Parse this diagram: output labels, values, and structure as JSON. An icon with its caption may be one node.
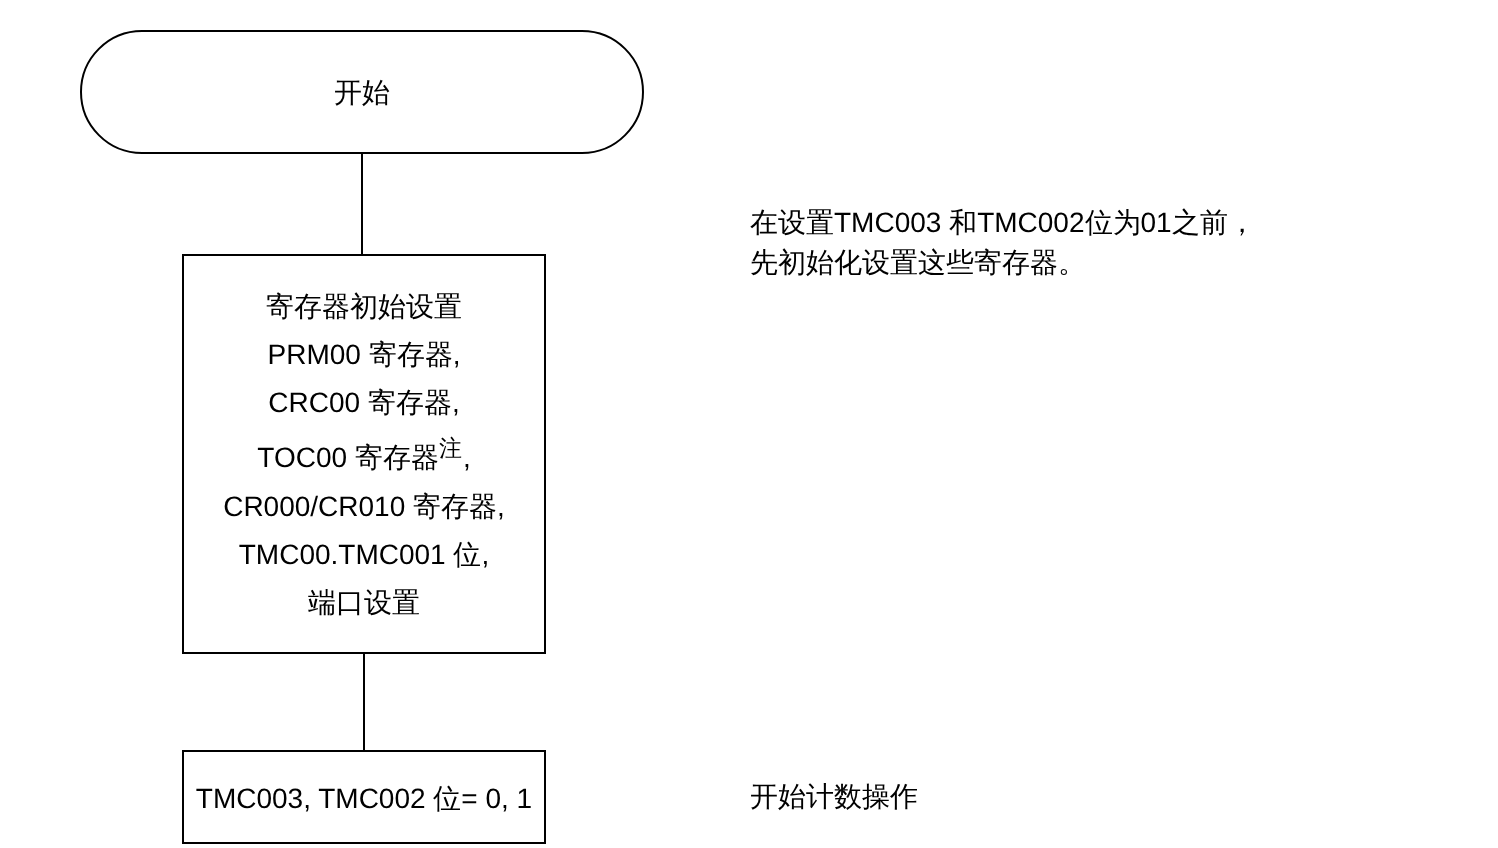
{
  "diagram": {
    "nodes": [
      {
        "text": [
          "开始"
        ]
      },
      {
        "text": [
          "寄存器初始设置",
          "PRM00 寄存器,",
          "CRC00 寄存器,",
          "TOC00 寄存器$^{注}$,",
          "CR000/CR010 寄存器,",
          "TMC00.TMC001 位,",
          "端口设置"
        ]
      },
      {
        "text": [
          "TMC003, TMC002 位= 0, 1"
        ]
      }
    ],
    "labels": [
      "在设置TMC003 和TMC002位为01之前，先初始化设置这些寄存器。",
      "开始计数操作"
    ],
    "edges": [
      {
        "from": 0,
        "to": 1,
        "arrow": "none"
      },
      {
        "from": 1,
        "to": 2,
        "arrow": "none"
      }
    ]
  }
}
